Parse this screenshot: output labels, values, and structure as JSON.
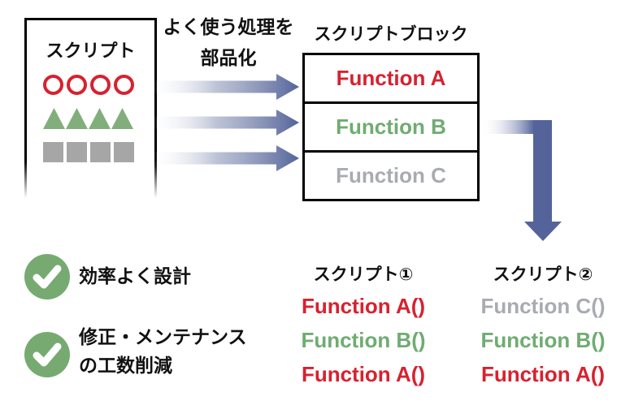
{
  "colors": {
    "function_red": "#D7212F",
    "function_green": "#6FAC71",
    "function_gray": "#A9ABB3",
    "arrow_slate": "#54649A",
    "check_green": "#76AA71",
    "shape_circle_red": "#D7212F",
    "shape_triangle_green": "#82AE7C",
    "shape_square_gray": "#A6A6A6"
  },
  "source_script": {
    "title": "スクリプト"
  },
  "transform_label": {
    "line1": "よく使う処理を",
    "line2": "部品化"
  },
  "script_block": {
    "title": "スクリプトブロック",
    "functions": [
      {
        "label": "Function A",
        "color": "#D7212F"
      },
      {
        "label": "Function B",
        "color": "#6FAC71"
      },
      {
        "label": "Function C",
        "color": "#A9ABB3"
      }
    ]
  },
  "benefits": [
    {
      "lines": [
        "効率よく設計"
      ]
    },
    {
      "lines": [
        "修正・メンテナンス",
        "の工数削減"
      ]
    }
  ],
  "result_scripts": [
    {
      "title": "スクリプト①",
      "calls": [
        {
          "label": "Function A()",
          "color": "#D7212F"
        },
        {
          "label": "Function B()",
          "color": "#6FAC71"
        },
        {
          "label": "Function A()",
          "color": "#D7212F"
        }
      ]
    },
    {
      "title": "スクリプト②",
      "calls": [
        {
          "label": "Function C()",
          "color": "#A9ABB3"
        },
        {
          "label": "Function B()",
          "color": "#6FAC71"
        },
        {
          "label": "Function A()",
          "color": "#D7212F"
        }
      ]
    }
  ]
}
